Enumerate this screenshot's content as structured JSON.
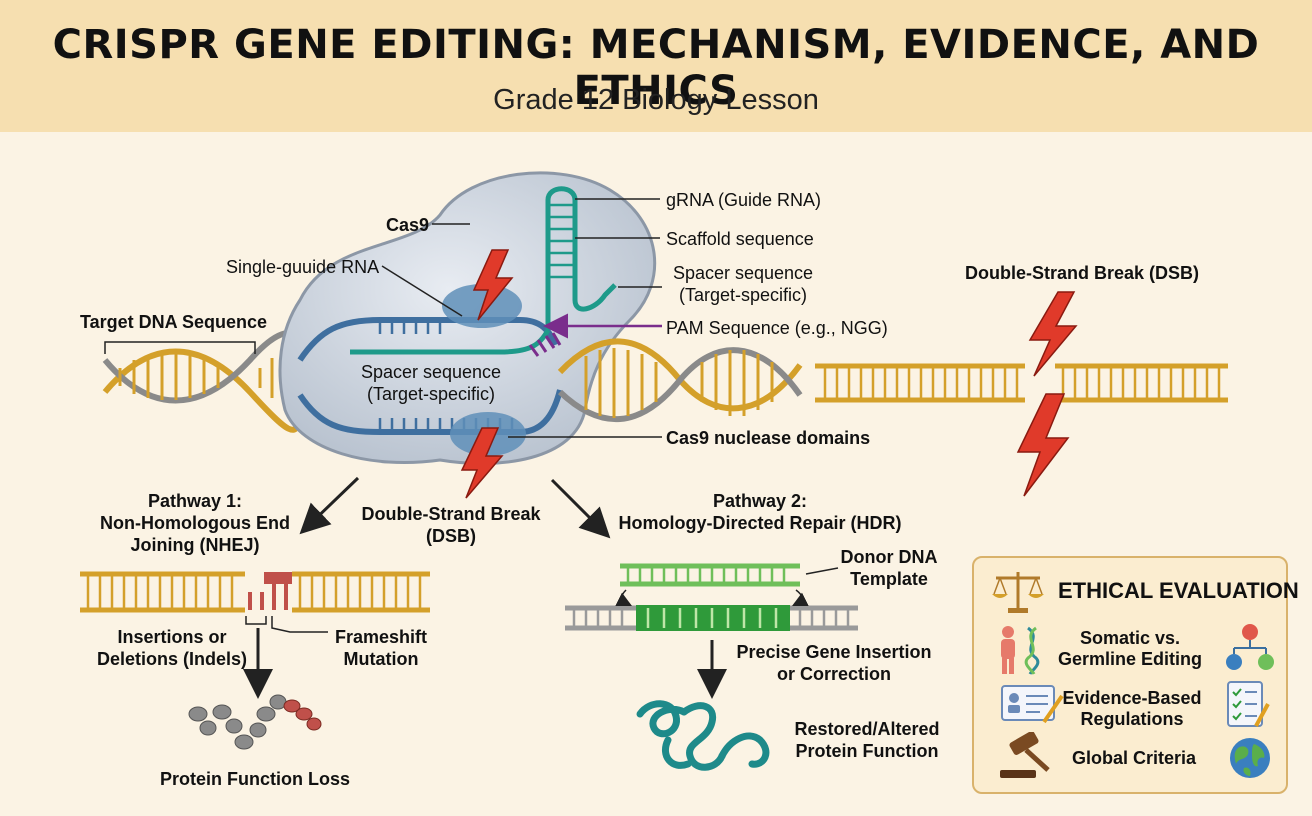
{
  "header": {
    "title": "CRISPR GENE EDITING: MECHANISM, EVIDENCE, AND ETHICS",
    "subtitle": "Grade 12 Biology Lesson"
  },
  "mechanism": {
    "cas9": "Cas9",
    "sgrna": "Single-guuide RNA",
    "target_dna": "Target DNA Sequence",
    "grna": "gRNA (Guide RNA)",
    "scaffold": "Scaffold sequence",
    "spacer_right_line1": "Spacer sequence",
    "spacer_right_line2": "(Target-specific)",
    "pam": "PAM Sequence (e.g., NGG)",
    "spacer_inner_line1": "Spacer sequence",
    "spacer_inner_line2": "(Target-specific)",
    "nuclease": "Cas9 nuclease domains",
    "dsb_center_line1": "Double-Strand Break",
    "dsb_center_line2": "(DSB)",
    "dsb_right": "Double-Strand Break (DSB)"
  },
  "pathway1": {
    "title_line1": "Pathway 1:",
    "title_line2": "Non-Homologous End",
    "title_line3": "Joining (NHEJ)",
    "indels_line1": "Insertions or",
    "indels_line2": "Deletions (Indels)",
    "frameshift_line1": "Frameshift",
    "frameshift_line2": "Mutation",
    "outcome": "Protein Function Loss"
  },
  "pathway2": {
    "title_line1": "Pathway 2:",
    "title_line2": "Homology-Directed Repair (HDR)",
    "donor_line1": "Donor DNA",
    "donor_line2": "Template",
    "precise_line1": "Precise Gene Insertion",
    "precise_line2": "or Correction",
    "outcome_line1": "Restored/Altered",
    "outcome_line2": "Protein Function"
  },
  "ethics": {
    "title": "ETHICAL EVALUATION",
    "items": [
      {
        "line1": "Somatic vs.",
        "line2": "Germline Editing"
      },
      {
        "line1": "Evidence-Based",
        "line2": "Regulations"
      },
      {
        "line1": "Global Criteria",
        "line2": ""
      }
    ]
  },
  "icons": [
    "scales-icon",
    "person-dna-icon",
    "hierarchy-icon",
    "id-card-icon",
    "checklist-icon",
    "gavel-icon",
    "globe-icon",
    "lightning-icon"
  ],
  "colors": {
    "header_bg": "#f6dfb0",
    "page_bg": "#fbf3e4",
    "dna_gold": "#d4a02a",
    "dna_grey": "#8a8a8a",
    "rna_teal": "#1e9a8a",
    "dna_blue": "#3f6f9f",
    "pam_purple": "#7a2d8c",
    "break_red": "#e03a2a",
    "donor_green": "#3aa64a"
  }
}
